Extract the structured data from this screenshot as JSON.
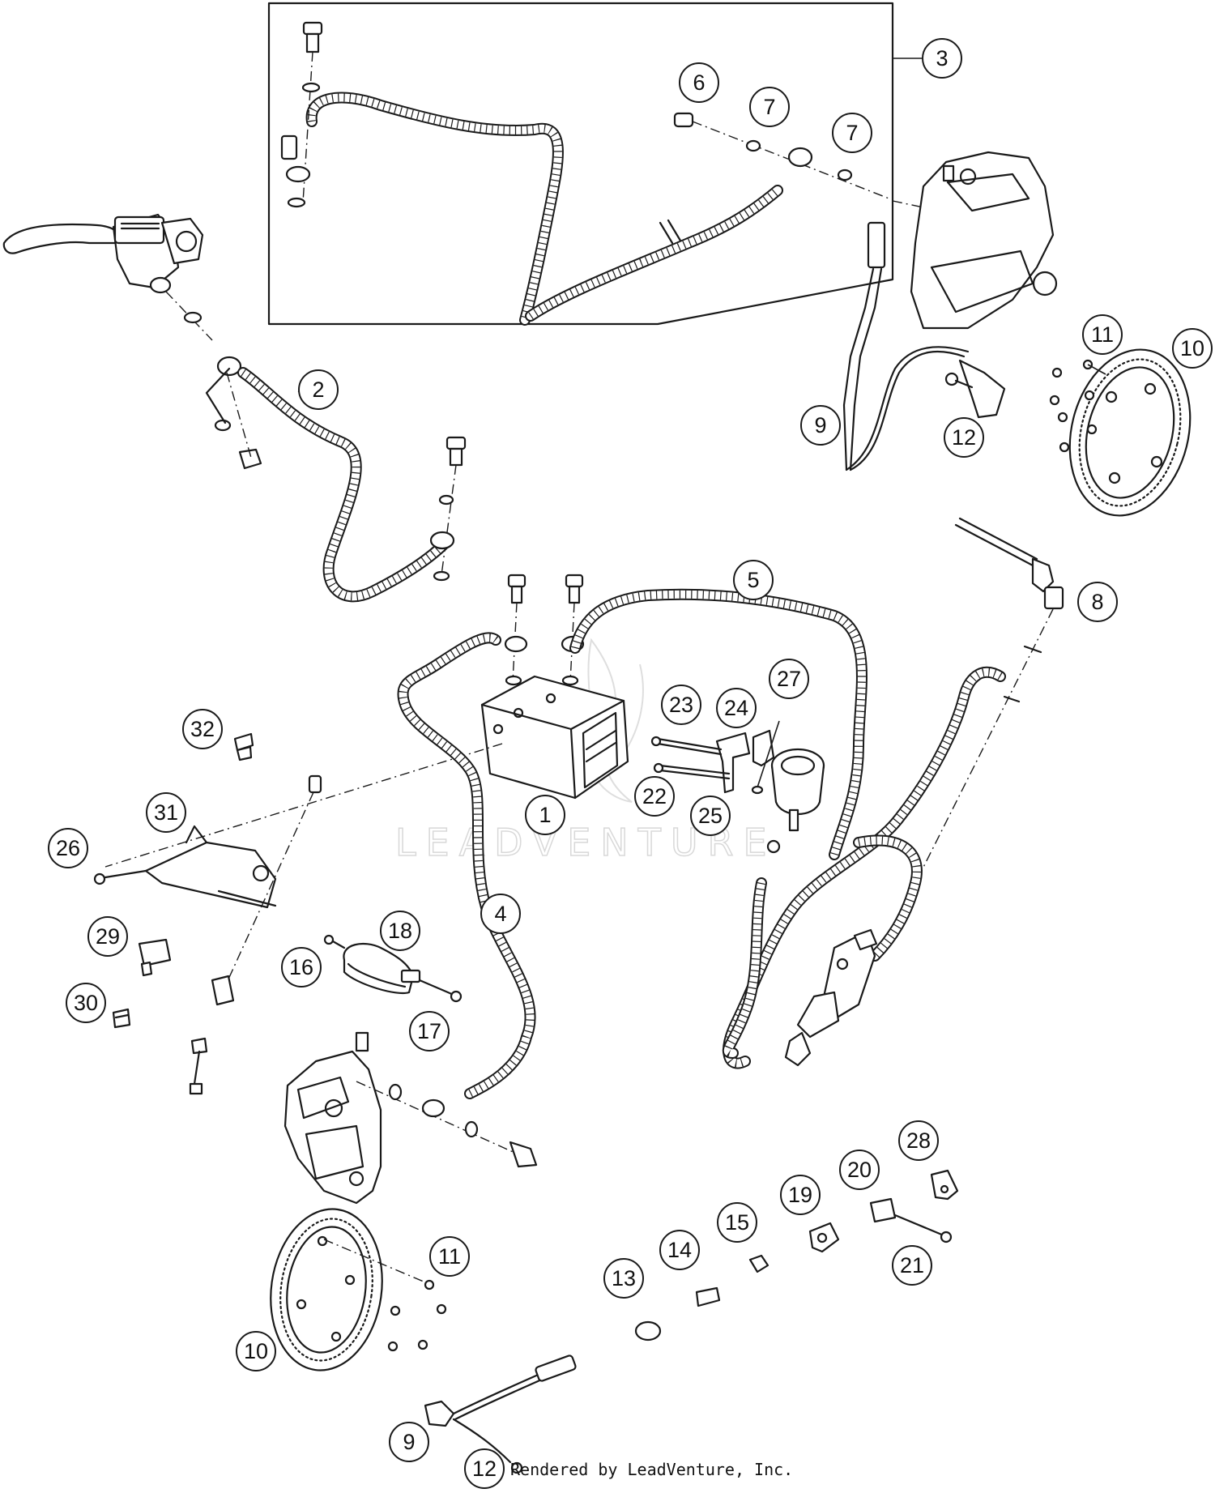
{
  "diagram": {
    "callouts": [
      {
        "label": "1"
      },
      {
        "label": "2"
      },
      {
        "label": "3"
      },
      {
        "label": "4"
      },
      {
        "label": "5"
      },
      {
        "label": "6"
      },
      {
        "label": "7"
      },
      {
        "label": "7"
      },
      {
        "label": "8"
      },
      {
        "label": "9"
      },
      {
        "label": "9"
      },
      {
        "label": "10"
      },
      {
        "label": "10"
      },
      {
        "label": "11"
      },
      {
        "label": "11"
      },
      {
        "label": "12"
      },
      {
        "label": "12"
      },
      {
        "label": "13"
      },
      {
        "label": "14"
      },
      {
        "label": "15"
      },
      {
        "label": "16"
      },
      {
        "label": "17"
      },
      {
        "label": "18"
      },
      {
        "label": "19"
      },
      {
        "label": "20"
      },
      {
        "label": "21"
      },
      {
        "label": "22"
      },
      {
        "label": "23"
      },
      {
        "label": "24"
      },
      {
        "label": "25"
      },
      {
        "label": "26"
      },
      {
        "label": "27"
      },
      {
        "label": "28"
      },
      {
        "label": "29"
      },
      {
        "label": "30"
      },
      {
        "label": "31"
      },
      {
        "label": "32"
      }
    ],
    "watermark_text": "LEADVENTURE",
    "credit_text": "Rendered by LeadVenture, Inc."
  }
}
